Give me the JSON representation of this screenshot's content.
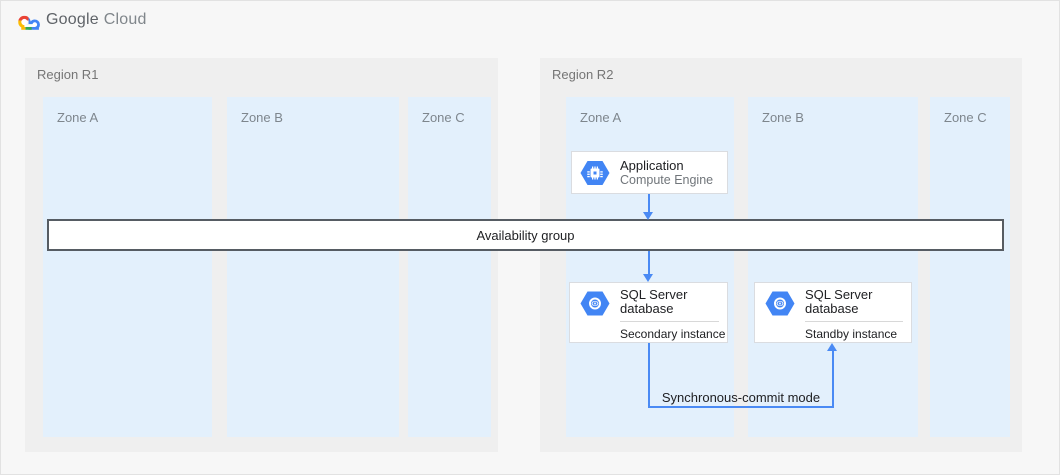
{
  "brand": {
    "name_primary": "Google",
    "name_secondary": "Cloud"
  },
  "regions": [
    {
      "label": "Region R1",
      "zones": [
        {
          "label": "Zone A"
        },
        {
          "label": "Zone B"
        },
        {
          "label": "Zone C"
        }
      ]
    },
    {
      "label": "Region R2",
      "zones": [
        {
          "label": "Zone A"
        },
        {
          "label": "Zone B"
        },
        {
          "label": "Zone C"
        }
      ]
    }
  ],
  "availability_group": {
    "label": "Availability group"
  },
  "nodes": {
    "application": {
      "title": "Application",
      "subtitle": "Compute Engine",
      "icon": "compute-engine-icon"
    },
    "sql_secondary": {
      "title": "SQL Server database",
      "instance": "Secondary instance",
      "icon": "sql-server-database-icon"
    },
    "sql_standby": {
      "title": "SQL Server database",
      "instance": "Standby instance",
      "icon": "sql-server-database-icon"
    }
  },
  "connections": {
    "app_to_group": {
      "type": "arrow-down"
    },
    "group_to_secondary": {
      "type": "arrow-down"
    },
    "sync_commit": {
      "label": "Synchronous-commit mode",
      "from": "sql_secondary",
      "to": "sql_standby"
    }
  },
  "icons": {
    "logo": "google-cloud-logo-icon"
  },
  "colors": {
    "accent_blue": "#4285f4",
    "zone_fill": "#e3f0fc",
    "region_fill": "#efefef",
    "band_border": "#565c63",
    "logo_red": "#ea4335",
    "logo_yellow": "#fbbc04",
    "logo_green": "#34a853",
    "logo_blue": "#4285f4"
  }
}
